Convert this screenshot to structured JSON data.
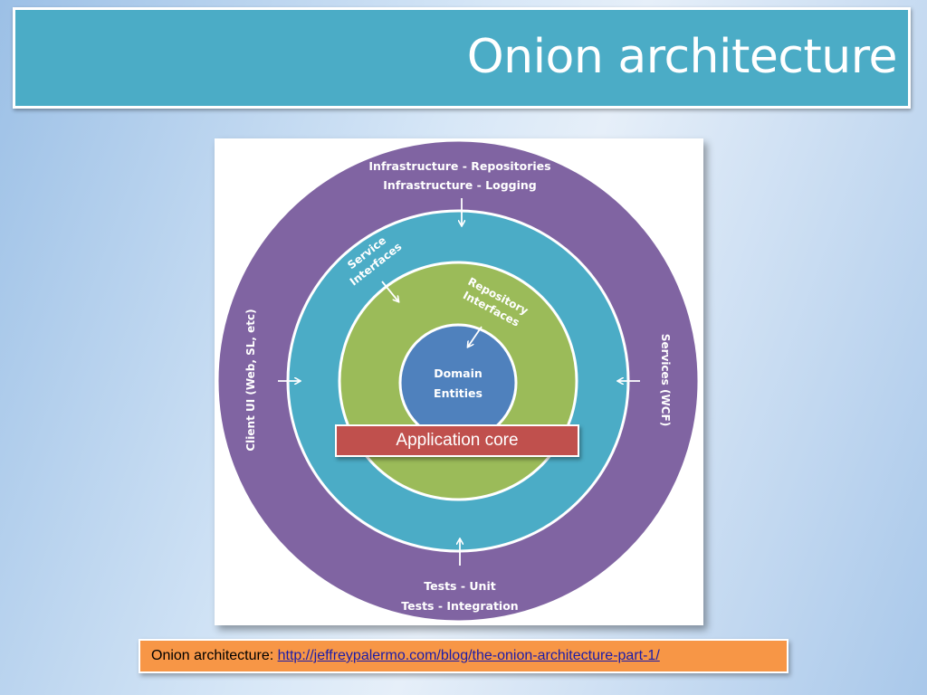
{
  "slide": {
    "title": "Onion architecture"
  },
  "diagram": {
    "outer_top": [
      "Infrastructure - Repositories",
      "Infrastructure - Logging"
    ],
    "outer_bottom": [
      "Tests - Unit",
      "Tests - Integration"
    ],
    "outer_left": "Client UI (Web, SL, etc)",
    "outer_right": "Services (WCF)",
    "service_interfaces": [
      "Service",
      "Interfaces"
    ],
    "repository_interfaces": [
      "Repository",
      "Interfaces"
    ],
    "domain_entities": [
      "Domain",
      "Entities"
    ],
    "application_core": "Application core",
    "colors": {
      "outer_ring": "#8064a2",
      "service_ring": "#4bacc6",
      "repository_ring": "#9bbb59",
      "core": "#4f81bd",
      "application_core_box": "#c0504d"
    }
  },
  "caption": {
    "label": "Onion architecture: ",
    "link": "http://jeffreypalermo.com/blog/the-onion-architecture-part-1/"
  }
}
